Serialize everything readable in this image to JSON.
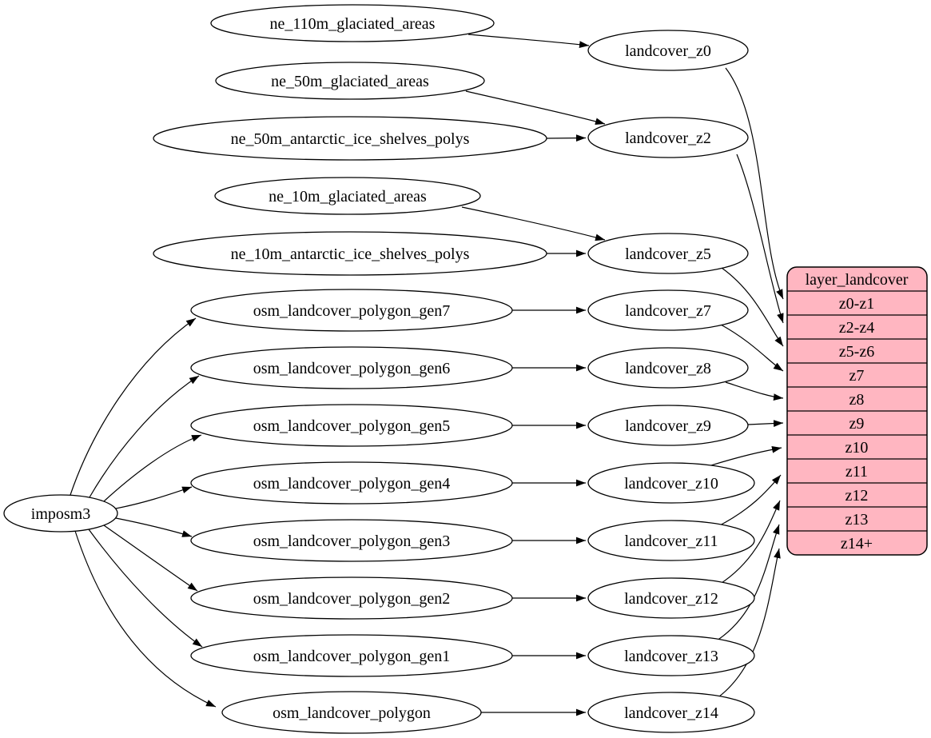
{
  "diagram": {
    "root": "imposm3",
    "sources": [
      "ne_110m_glaciated_areas",
      "ne_50m_glaciated_areas",
      "ne_50m_antarctic_ice_shelves_polys",
      "ne_10m_glaciated_areas",
      "ne_10m_antarctic_ice_shelves_polys",
      "osm_landcover_polygon_gen7",
      "osm_landcover_polygon_gen6",
      "osm_landcover_polygon_gen5",
      "osm_landcover_polygon_gen4",
      "osm_landcover_polygon_gen3",
      "osm_landcover_polygon_gen2",
      "osm_landcover_polygon_gen1",
      "osm_landcover_polygon"
    ],
    "stages": [
      "landcover_z0",
      "landcover_z2",
      "landcover_z5",
      "landcover_z7",
      "landcover_z8",
      "landcover_z9",
      "landcover_z10",
      "landcover_z11",
      "landcover_z12",
      "landcover_z13",
      "landcover_z14"
    ],
    "table": {
      "title": "layer_landcover",
      "rows": [
        "z0-z1",
        "z2-z4",
        "z5-z6",
        "z7",
        "z8",
        "z9",
        "z10",
        "z11",
        "z12",
        "z13",
        "z14+"
      ]
    },
    "colors": {
      "table_fill": "#ffb6c1",
      "node_fill": "#ffffff",
      "stroke": "#000000"
    }
  }
}
